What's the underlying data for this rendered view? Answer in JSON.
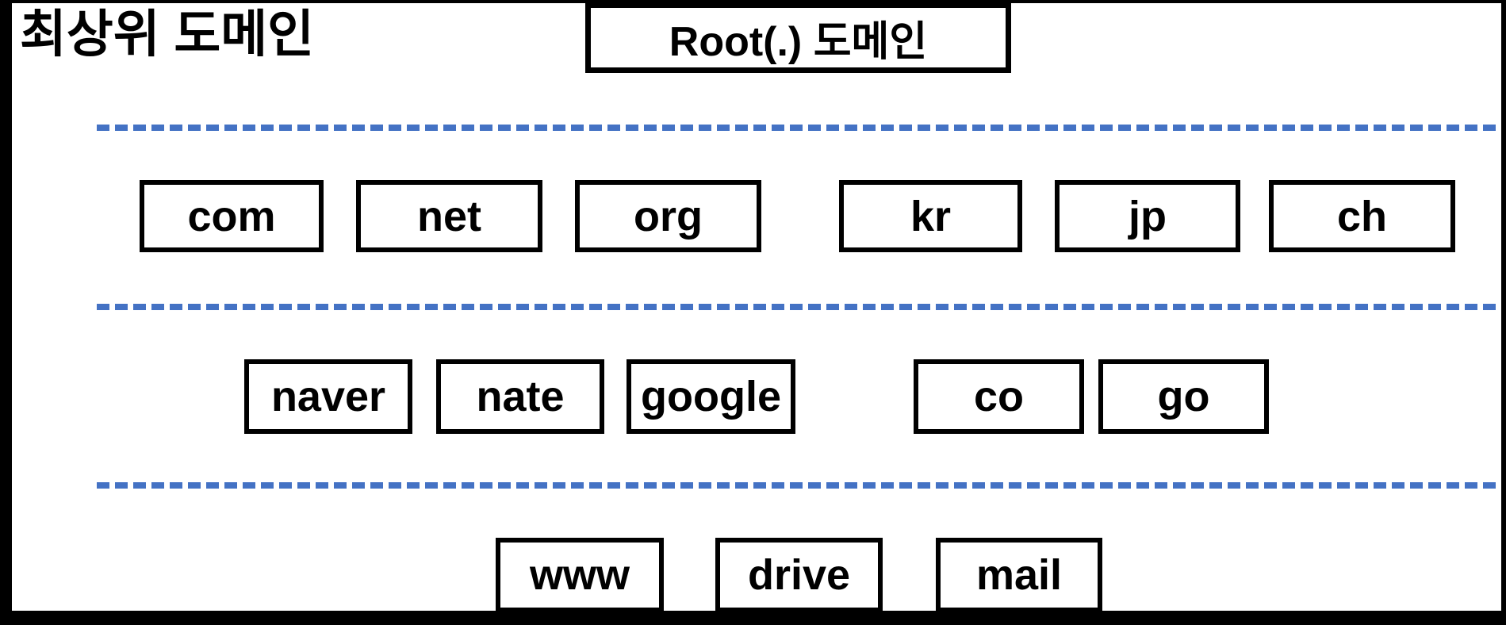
{
  "title": "최상위 도메인",
  "root": {
    "label": "Root(.) 도메인"
  },
  "levels": {
    "tld": [
      "com",
      "net",
      "org",
      "kr",
      "jp",
      "ch"
    ],
    "second": [
      "naver",
      "nate",
      "google",
      "co",
      "go"
    ],
    "sub": [
      "www",
      "drive",
      "mail"
    ]
  },
  "colors": {
    "dashed_line_blue": "#4472C4",
    "box_border": "#000000",
    "background": "#FFFFFF",
    "outer_frame": "#000000",
    "text": "#000000"
  }
}
